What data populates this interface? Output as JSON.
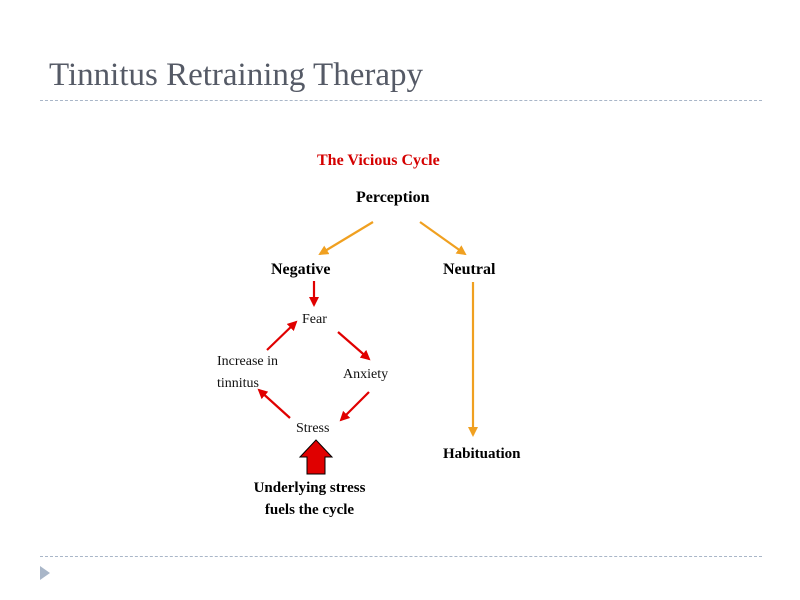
{
  "slide": {
    "title": "Tinnitus Retraining Therapy"
  },
  "diagram": {
    "heading": "The Vicious Cycle",
    "perception": "Perception",
    "negative": "Negative",
    "neutral": "Neutral",
    "fear": "Fear",
    "anxiety": "Anxiety",
    "stress": "Stress",
    "increase_line1": "Increase in",
    "increase_line2": "tinnitus",
    "habituation": "Habituation",
    "underlying_line1": "Underlying stress",
    "underlying_line2": "fuels the cycle"
  },
  "colors": {
    "title": "#555a66",
    "heading_red": "#d40000",
    "arrow_orange": "#f0a020",
    "arrow_red": "#e00000",
    "rule": "#a9b6c8"
  }
}
